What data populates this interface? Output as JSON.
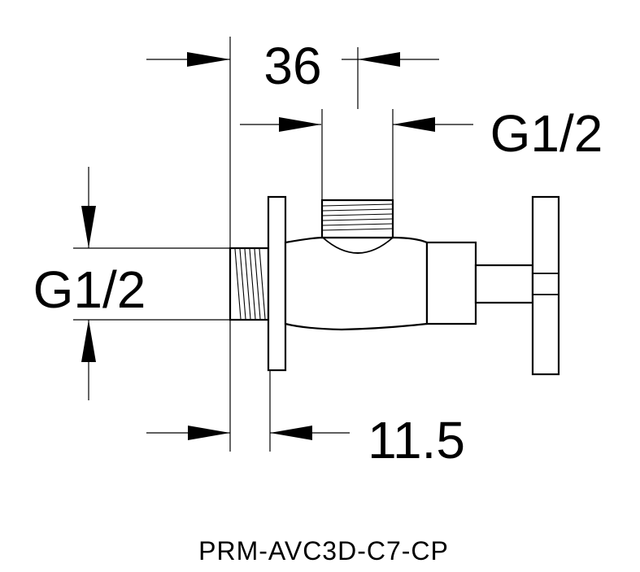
{
  "dimensions": {
    "top_width": "36",
    "outlet_thread": "G1/2",
    "inlet_thread": "G1/2",
    "flange_offset": "11.5"
  },
  "model_code": "PRM-AVC3D-C7-CP",
  "colors": {
    "line": "#000000",
    "background": "#ffffff"
  }
}
